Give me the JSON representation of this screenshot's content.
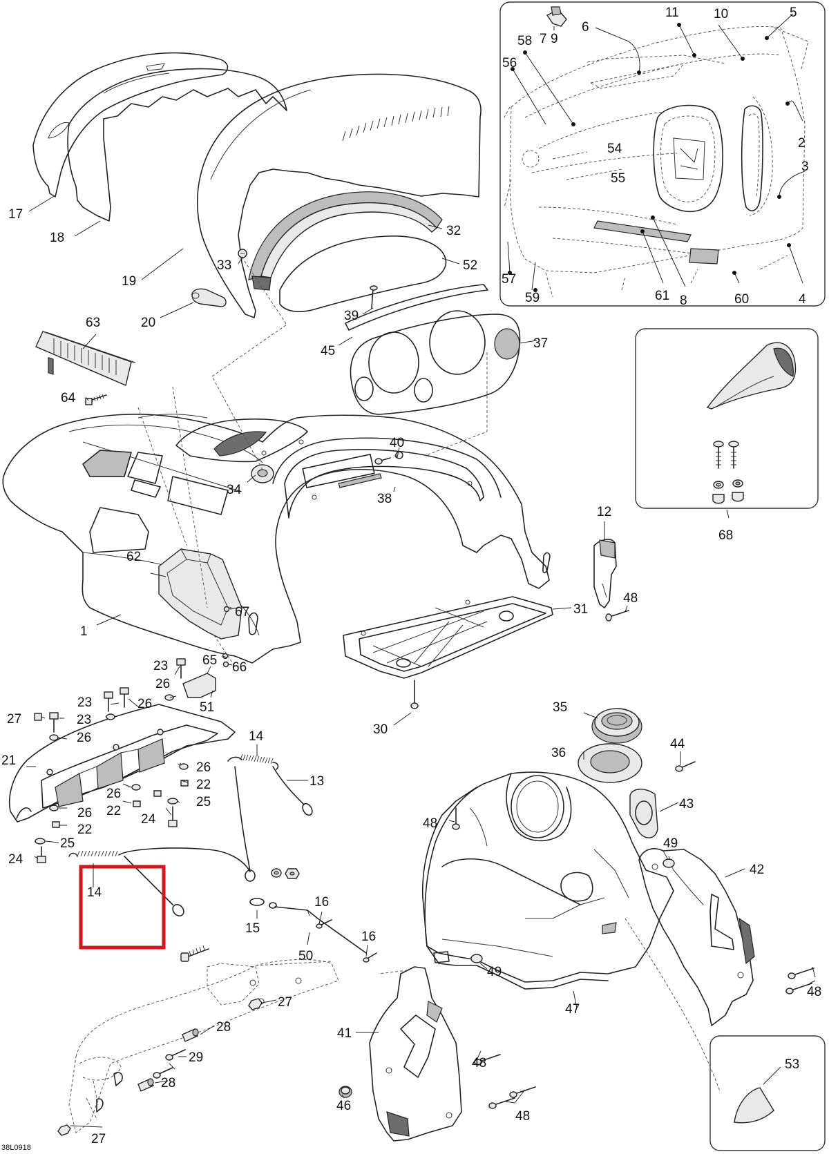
{
  "diagram_code": "38L0918",
  "highlight_color": "#d9141b",
  "callouts": [
    {
      "id": "c17",
      "label": "17"
    },
    {
      "id": "c18",
      "label": "18"
    },
    {
      "id": "c19",
      "label": "19"
    },
    {
      "id": "c20",
      "label": "20"
    },
    {
      "id": "c33",
      "label": "33"
    },
    {
      "id": "c32",
      "label": "32"
    },
    {
      "id": "c52",
      "label": "52"
    },
    {
      "id": "c39",
      "label": "39"
    },
    {
      "id": "c45",
      "label": "45"
    },
    {
      "id": "c37",
      "label": "37"
    },
    {
      "id": "c63",
      "label": "63"
    },
    {
      "id": "c64",
      "label": "64"
    },
    {
      "id": "c40",
      "label": "40"
    },
    {
      "id": "c34",
      "label": "34"
    },
    {
      "id": "c38",
      "label": "38"
    },
    {
      "id": "c62",
      "label": "62"
    },
    {
      "id": "c67",
      "label": "67"
    },
    {
      "id": "c1",
      "label": "1"
    },
    {
      "id": "c65",
      "label": "65"
    },
    {
      "id": "c66",
      "label": "66"
    },
    {
      "id": "c12",
      "label": "12"
    },
    {
      "id": "c48a",
      "label": "48"
    },
    {
      "id": "c31",
      "label": "31"
    },
    {
      "id": "c68",
      "label": "68"
    },
    {
      "id": "c7",
      "label": "7"
    },
    {
      "id": "c9",
      "label": "9"
    },
    {
      "id": "c11",
      "label": "11"
    },
    {
      "id": "c10",
      "label": "10"
    },
    {
      "id": "c5",
      "label": "5"
    },
    {
      "id": "c6",
      "label": "6"
    },
    {
      "id": "c58",
      "label": "58"
    },
    {
      "id": "c56",
      "label": "56"
    },
    {
      "id": "c2",
      "label": "2"
    },
    {
      "id": "c54",
      "label": "54"
    },
    {
      "id": "c55",
      "label": "55"
    },
    {
      "id": "c3",
      "label": "3"
    },
    {
      "id": "c57",
      "label": "57"
    },
    {
      "id": "c59",
      "label": "59"
    },
    {
      "id": "c61",
      "label": "61"
    },
    {
      "id": "c8",
      "label": "8"
    },
    {
      "id": "c60",
      "label": "60"
    },
    {
      "id": "c4",
      "label": "4"
    },
    {
      "id": "c23a",
      "label": "23"
    },
    {
      "id": "c26a",
      "label": "26"
    },
    {
      "id": "c23b",
      "label": "23"
    },
    {
      "id": "c26b",
      "label": "26"
    },
    {
      "id": "c51",
      "label": "51"
    },
    {
      "id": "c27a",
      "label": "27"
    },
    {
      "id": "c23c",
      "label": "23"
    },
    {
      "id": "c26c",
      "label": "26"
    },
    {
      "id": "c21",
      "label": "21"
    },
    {
      "id": "c26d",
      "label": "26"
    },
    {
      "id": "c22a",
      "label": "22"
    },
    {
      "id": "c26e",
      "label": "26"
    },
    {
      "id": "c22b",
      "label": "22"
    },
    {
      "id": "c25a",
      "label": "25"
    },
    {
      "id": "c24a",
      "label": "24"
    },
    {
      "id": "c26f",
      "label": "26"
    },
    {
      "id": "c22c",
      "label": "22"
    },
    {
      "id": "c25b",
      "label": "25"
    },
    {
      "id": "c24b",
      "label": "24"
    },
    {
      "id": "c14a",
      "label": "14"
    },
    {
      "id": "c13",
      "label": "13"
    },
    {
      "id": "c14b",
      "label": "14"
    },
    {
      "id": "c30",
      "label": "30"
    },
    {
      "id": "c35",
      "label": "35"
    },
    {
      "id": "c36",
      "label": "36"
    },
    {
      "id": "c44",
      "label": "44"
    },
    {
      "id": "c43",
      "label": "43"
    },
    {
      "id": "c48b",
      "label": "48"
    },
    {
      "id": "c49a",
      "label": "49"
    },
    {
      "id": "c42",
      "label": "42"
    },
    {
      "id": "c16a",
      "label": "16"
    },
    {
      "id": "c15",
      "label": "15"
    },
    {
      "id": "c16b",
      "label": "16"
    },
    {
      "id": "c50",
      "label": "50"
    },
    {
      "id": "c49b",
      "label": "49"
    },
    {
      "id": "c47",
      "label": "47"
    },
    {
      "id": "c48c",
      "label": "48"
    },
    {
      "id": "c27b",
      "label": "27"
    },
    {
      "id": "c28a",
      "label": "28"
    },
    {
      "id": "c29",
      "label": "29"
    },
    {
      "id": "c28b",
      "label": "28"
    },
    {
      "id": "c41",
      "label": "41"
    },
    {
      "id": "c48d",
      "label": "48"
    },
    {
      "id": "c46",
      "label": "46"
    },
    {
      "id": "c48e",
      "label": "48"
    },
    {
      "id": "c53",
      "label": "53"
    },
    {
      "id": "c27c",
      "label": "27"
    }
  ]
}
